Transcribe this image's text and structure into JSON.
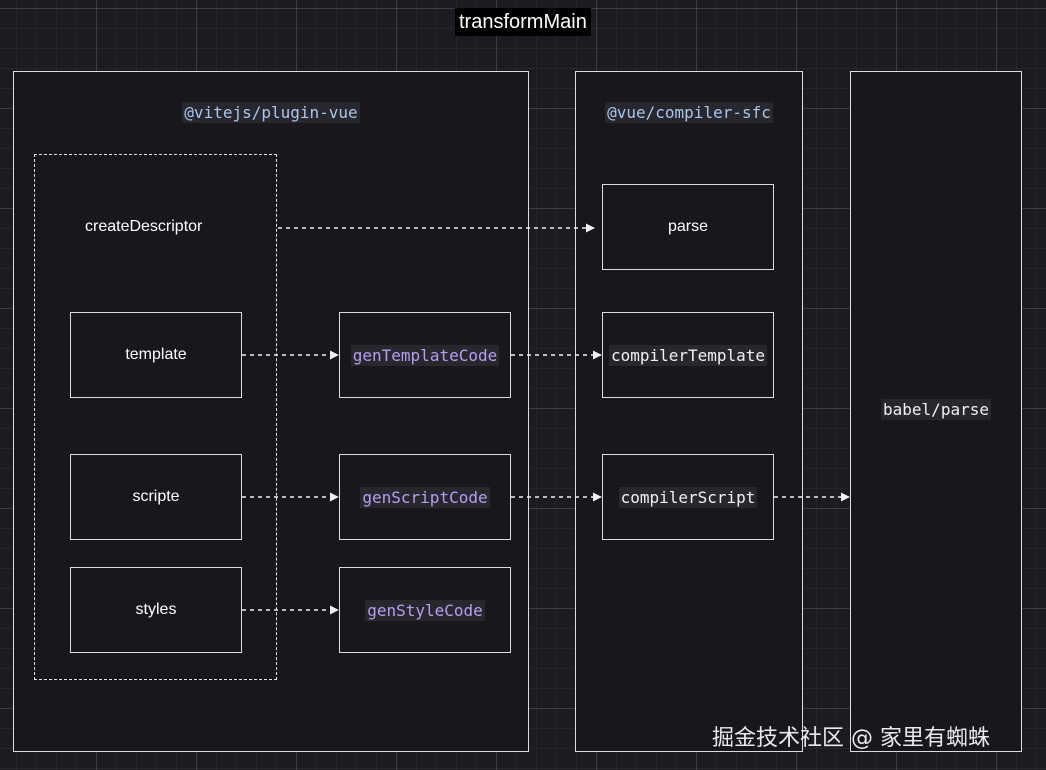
{
  "title": "transformMain",
  "panels": {
    "plugin_vue": "@vitejs/plugin-vue",
    "compiler_sfc": "@vue/compiler-sfc"
  },
  "nodes": {
    "create_descriptor": "createDescriptor",
    "template": "template",
    "scripte": "scripte",
    "styles": "styles",
    "gen_template_code": "genTemplateCode",
    "gen_script_code": "genScriptCode",
    "gen_style_code": "genStyleCode",
    "parse": "parse",
    "compiler_template": "compilerTemplate",
    "compiler_script": "compilerScript",
    "babel_parse": "babel/parse"
  },
  "watermark": "掘金技术社区 @ 家里有蜘蛛",
  "colors": {
    "background": "#1c1b21",
    "panel_label": "#a8c7f0",
    "gen_label": "#b69ef2",
    "code_white": "#f2f2f2",
    "border": "#dcdcdc"
  }
}
